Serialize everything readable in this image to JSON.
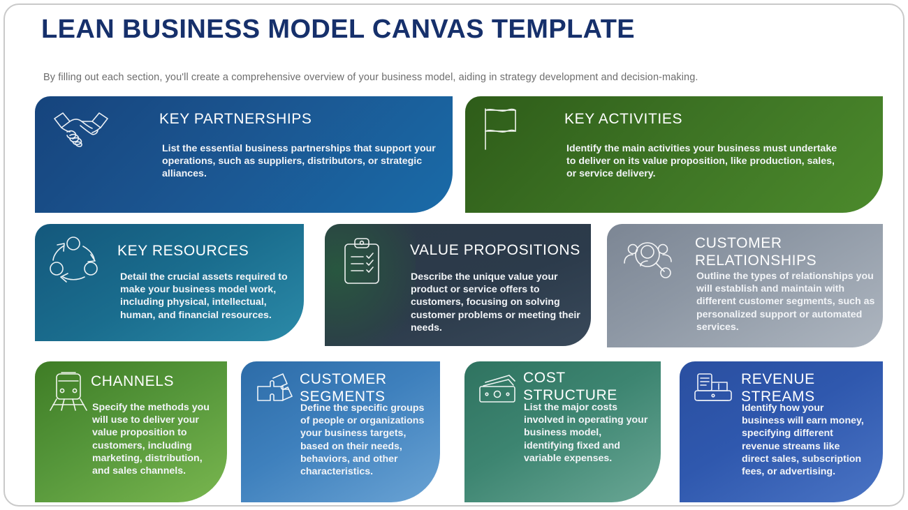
{
  "header": {
    "title": "LEAN BUSINESS MODEL CANVAS TEMPLATE",
    "subtitle": "By filling out each section, you'll create a comprehensive overview of your business model, aiding in strategy development and decision-making.",
    "title_color": "#16306b",
    "subtitle_color": "#6d6d6d"
  },
  "cards": [
    {
      "id": "key-partnerships",
      "title": "KEY PARTNERSHIPS",
      "description": "List the essential business partnerships that support your operations, such as suppliers, distributors, or strategic alliances.",
      "icon": "handshake-icon",
      "color": "#1b5590"
    },
    {
      "id": "key-activities",
      "title": "KEY ACTIVITIES",
      "description": "Identify the main activities your business must undertake to deliver on its value proposition, like production, sales, or service delivery.",
      "icon": "flag-icon",
      "color": "#3d7324"
    },
    {
      "id": "key-resources",
      "title": "KEY RESOURCES",
      "description": "Detail the crucial assets required to make your business model work, including physical, intellectual, human, and financial resources.",
      "icon": "cycle-arrows-icon",
      "color": "#1a6d8e"
    },
    {
      "id": "value-propositions",
      "title": "VALUE PROPOSITIONS",
      "description": "Describe the unique value your product or service offers to customers, focusing on solving customer problems or meeting their needs.",
      "icon": "clipboard-checklist-icon",
      "color": "#2c3b4b"
    },
    {
      "id": "customer-relationships",
      "title": "CUSTOMER RELATIONSHIPS",
      "description": "Outline the types of relationships you will establish and maintain with different customer segments, such as personalized support or automated services.",
      "icon": "people-search-icon",
      "color": "#8d97a4"
    },
    {
      "id": "channels",
      "title": "CHANNELS",
      "description": "Specify the methods you will use to deliver your value proposition to customers, including marketing, distribution, and sales channels.",
      "icon": "train-icon",
      "color": "#55963a"
    },
    {
      "id": "customer-segments",
      "title": "CUSTOMER SEGMENTS",
      "description": "Define the specific groups of people or organizations your business targets, based on their needs, behaviors, and other characteristics.",
      "icon": "puzzle-pieces-icon",
      "color": "#3e80bd"
    },
    {
      "id": "cost-structure",
      "title": "COST STRUCTURE",
      "description": "List the major costs involved in operating your business model, identifying fixed and variable expenses.",
      "icon": "banknotes-icon",
      "color": "#3d8571"
    },
    {
      "id": "revenue-streams",
      "title": "REVENUE STREAMS",
      "description": "Identify how your business will earn money, specifying different revenue streams like direct sales, subscription fees, or advertising.",
      "icon": "cash-register-icon",
      "color": "#2f58ae"
    }
  ]
}
